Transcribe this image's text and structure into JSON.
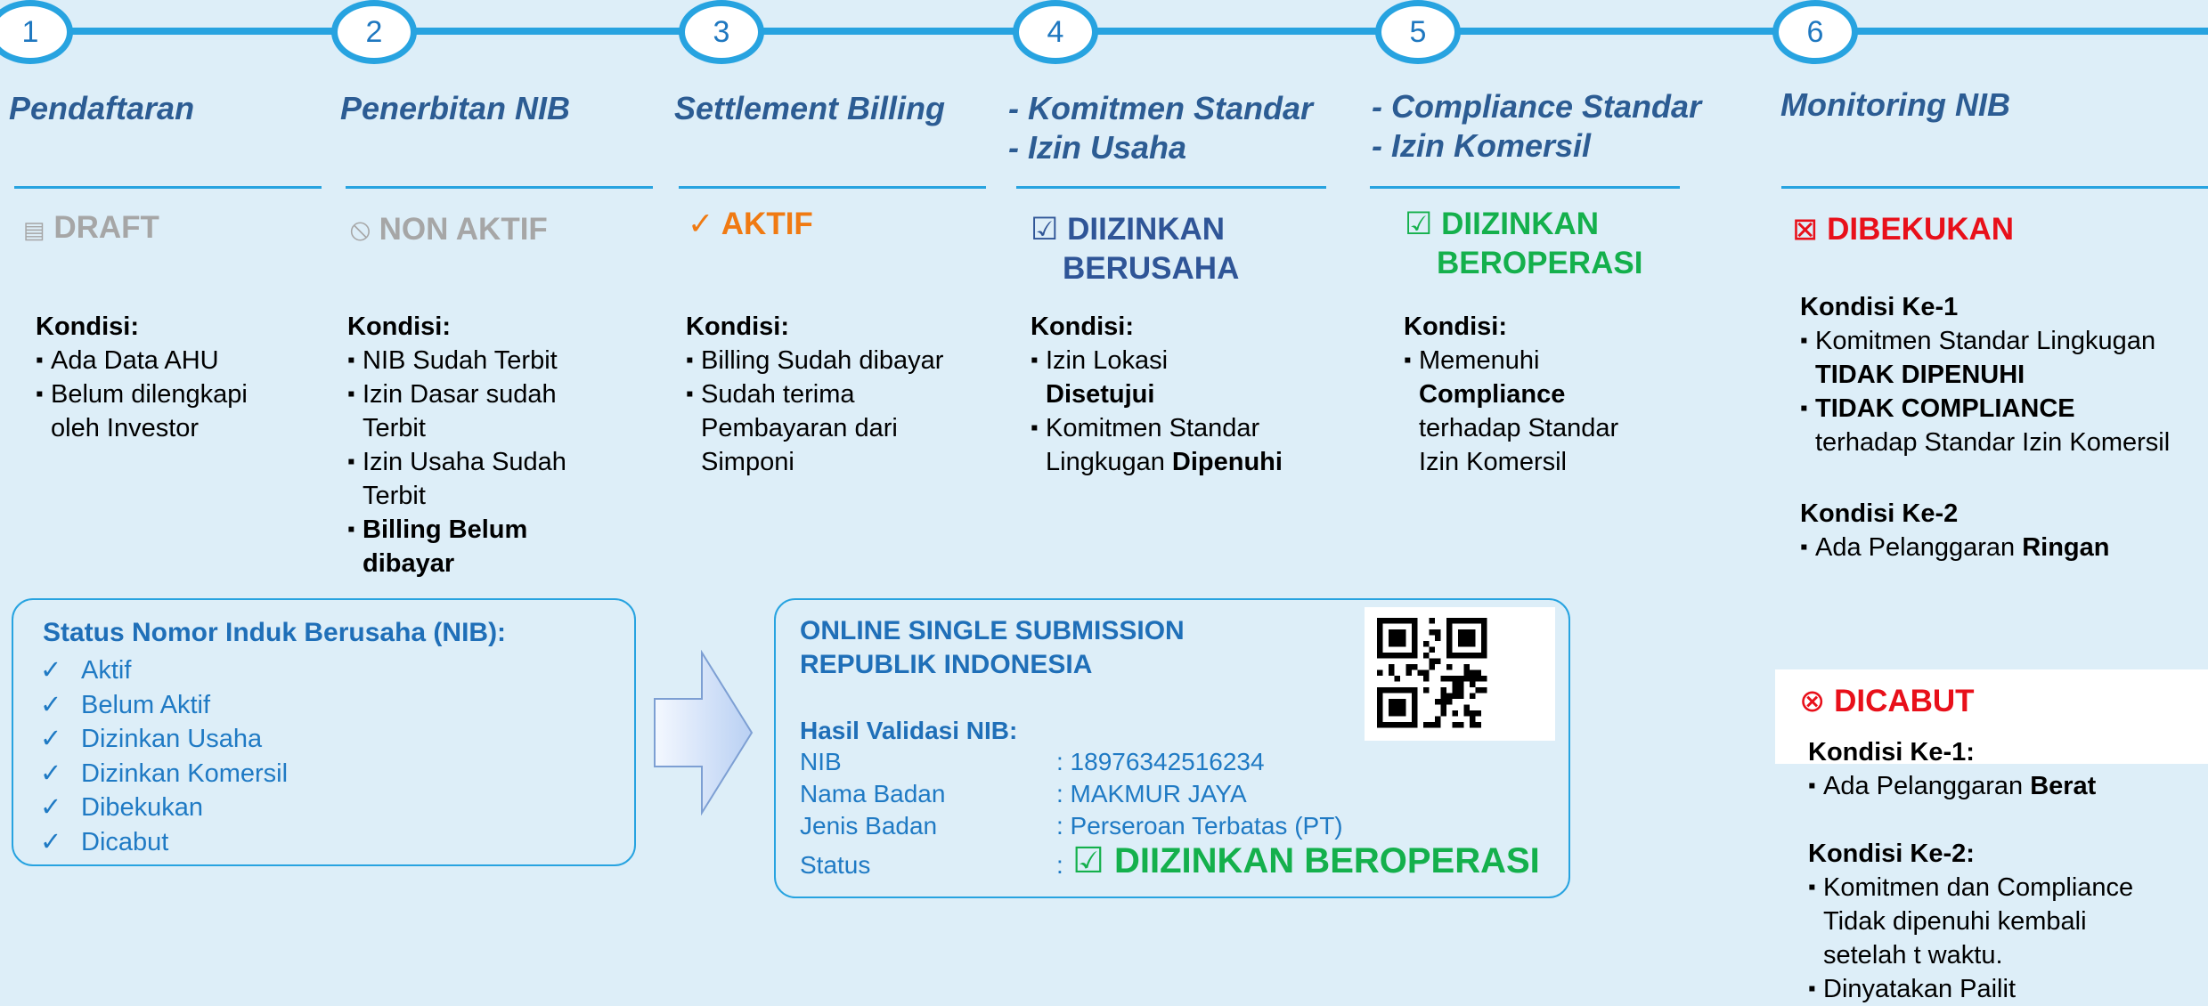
{
  "steps": [
    {
      "number": "1",
      "title_lines": [
        "Pendaftaran"
      ],
      "status_icon": "▤",
      "status": "DRAFT",
      "status_color": "#a6a6a6",
      "kondisi": {
        "heading": "Kondisi:",
        "items": [
          [
            "Ada Data AHU"
          ],
          [
            "Belum dilengkapi oleh Investor"
          ]
        ]
      }
    },
    {
      "number": "2",
      "title_lines": [
        "Penerbitan NIB"
      ],
      "status_icon": "⦸",
      "status": "NON AKTIF",
      "status_color": "#a6a6a6",
      "kondisi": {
        "heading": "Kondisi:",
        "items": [
          [
            "NIB Sudah Terbit"
          ],
          [
            "Izin Dasar sudah Terbit"
          ],
          [
            "Izin Usaha Sudah Terbit"
          ],
          [
            "Billing Belum dibayar"
          ]
        ]
      }
    },
    {
      "number": "3",
      "title_lines": [
        "Settlement Billing"
      ],
      "status_icon": "✓",
      "status": "AKTIF",
      "status_color": "#f07a12",
      "kondisi": {
        "heading": "Kondisi:",
        "items": [
          [
            "Billing Sudah  dibayar"
          ],
          [
            "Sudah terima Pembayaran dari Simponi"
          ]
        ]
      }
    },
    {
      "number": "4",
      "title_lines": [
        "- Komitmen Standar",
        "- Izin Usaha"
      ],
      "status_icon": "☑",
      "status_lines": [
        "DIIZINKAN",
        "BERUSAHA"
      ],
      "status_color": "#2f5597",
      "kondisi": {
        "heading": "Kondisi:",
        "items": [
          [
            "Izin Lokasi ",
            "Disetujui"
          ],
          [
            "Komitmen Standar Lingkugan ",
            "Dipenuhi"
          ]
        ]
      }
    },
    {
      "number": "5",
      "title_lines": [
        "- Compliance Standar",
        "- Izin Komersil"
      ],
      "status_icon": "☑",
      "status_lines": [
        "DIIZINKAN",
        "BEROPERASI"
      ],
      "status_color": "#14b04c",
      "kondisi": {
        "heading": "Kondisi:",
        "items": [
          [
            "Memenuhi ",
            "Compliance",
            " terhadap Standar Izin Komersil"
          ]
        ]
      }
    },
    {
      "number": "6",
      "title_lines": [
        "Monitoring NIB"
      ]
    }
  ],
  "dibekukan": {
    "icon": "⊠",
    "label": "DIBEKUKAN",
    "color": "#e8101a",
    "k1_heading": "Kondisi Ke-1",
    "k1_item1_pre": "Komitmen Standar Lingkugan ",
    "k1_item1_bold": "TIDAK DIPENUHI",
    "k1_item2_bold": "TIDAK COMPLIANCE",
    "k1_item2_post": " terhadap Standar Izin Komersil",
    "k2_heading": "Kondisi Ke-2",
    "k2_item1_pre": "Ada Pelanggaran ",
    "k2_item1_bold": "Ringan"
  },
  "dicabut": {
    "icon": "⊗",
    "label": "DICABUT",
    "color": "#e8101a",
    "k1_heading": "Kondisi Ke-1:",
    "k1_item1_pre": "Ada Pelanggaran ",
    "k1_item1_bold": "Berat",
    "k2_heading": "Kondisi Ke-2:",
    "k2_item1": "Komitmen dan Compliance Tidak dipenuhi kembali setelah t waktu.",
    "k2_item2": "Dinyatakan Pailit"
  },
  "nib_status_box": {
    "title": "Status Nomor Induk Berusaha (NIB):",
    "check_icon": "✓",
    "items": [
      "Aktif",
      "Belum Aktif",
      "Dizinkan Usaha",
      "Dizinkan Komersil",
      "Dibekukan",
      "Dicabut"
    ]
  },
  "oss_box": {
    "header_line1": "ONLINE SINGLE SUBMISSION",
    "header_line2": "REPUBLIK INDONESIA",
    "validation_heading": "Hasil Validasi NIB:",
    "rows": [
      {
        "label": "NIB",
        "value": ": 18976342516234"
      },
      {
        "label": "Nama Badan",
        "value": ": MAKMUR JAYA"
      },
      {
        "label": "Jenis Badan",
        "value": ": Perseroan Terbatas (PT)"
      }
    ],
    "status_label": "Status",
    "status_colon": ":",
    "status_icon": "☑",
    "status_value": "DIIZINKAN BEROPERASI",
    "status_color": "#14b04c"
  },
  "icons": {
    "arrow": "right-arrow-icon",
    "qr": "qr-code-icon"
  }
}
